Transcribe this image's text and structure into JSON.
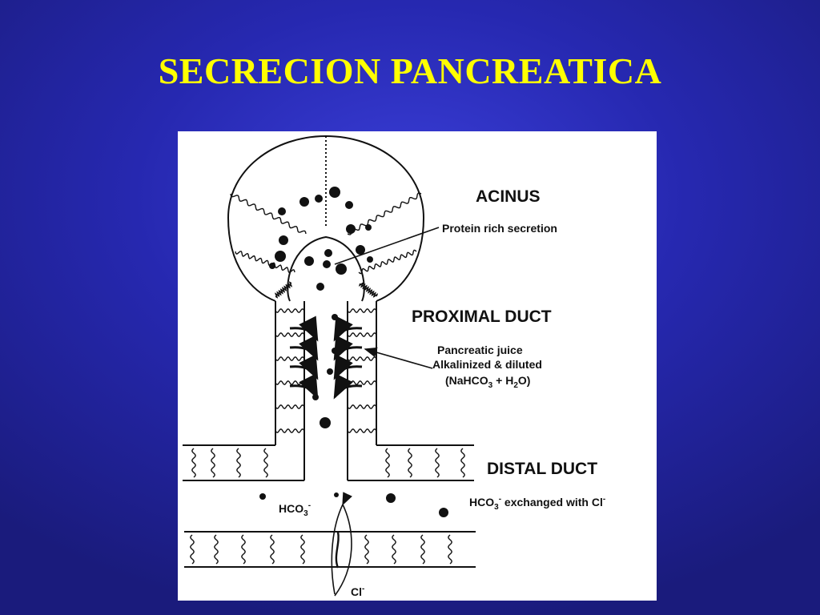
{
  "slide": {
    "title": "SECRECION PANCREATICA",
    "title_color": "#ffff00",
    "background_color": "#2a2cbf"
  },
  "diagram": {
    "acinus_label": "ACINUS",
    "protein_label": "Protein rich secretion",
    "proximal_label": "PROXIMAL DUCT",
    "juice_line1": "Pancreatic juice",
    "juice_line2": "Alkalinized & diluted",
    "juice_line3": "(NaHCO",
    "juice_line3_sub1": "3",
    "juice_line3_mid": " + H",
    "juice_line3_sub2": "2",
    "juice_line3_end": "O)",
    "distal_label": "DISTAL DUCT",
    "exchange_pre": "HCO",
    "exchange_sub": "3",
    "exchange_sup": "-",
    "exchange_post": " exchanged with Cl",
    "exchange_post_sup": "-",
    "hco3_text": "HCO",
    "hco3_sub": "3",
    "hco3_sup": "-",
    "cl_text": "Cl",
    "cl_sup": "-"
  }
}
